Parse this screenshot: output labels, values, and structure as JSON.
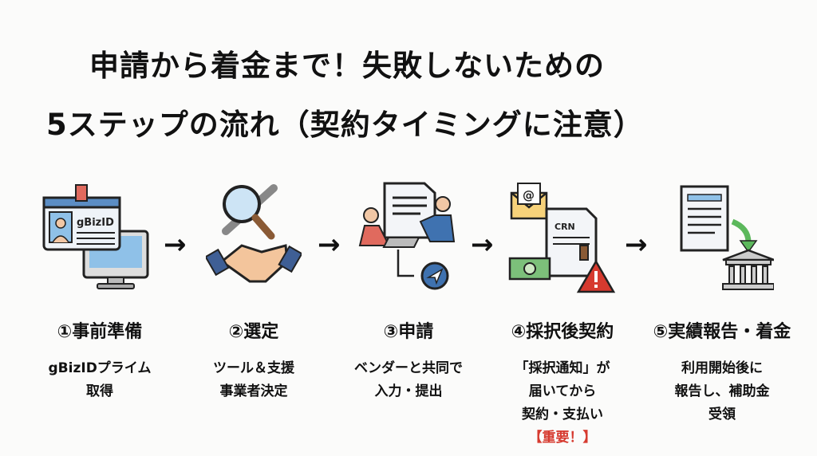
{
  "title": {
    "line1": "申請から着金まで！失敗しないための",
    "line2": "5ステップの流れ（契約タイミングに注意）"
  },
  "arrow_glyph": "→",
  "steps": [
    {
      "title": "①事前準備",
      "lines": [
        "gBizIDプライム",
        "取得"
      ],
      "icon": "id-card-computer-icon",
      "icon_label": "gBizID"
    },
    {
      "title": "②選定",
      "lines": [
        "ツール＆支援",
        "事業者決定"
      ],
      "icon": "tools-handshake-icon"
    },
    {
      "title": "③申請",
      "lines": [
        "ベンダーと共同で",
        "入力・提出"
      ],
      "icon": "collaboration-submit-icon"
    },
    {
      "title": "④採択後契約",
      "lines": [
        "「採択通知」が",
        "届いてから",
        "契約・支払い"
      ],
      "important": "【重要！】",
      "icon": "contract-warning-icon",
      "icon_label_mail": "@",
      "icon_label_doc": "CRN"
    },
    {
      "title": "⑤実績報告・着金",
      "lines": [
        "利用開始後に",
        "報告し、補助金",
        "受領"
      ],
      "icon": "report-bank-icon"
    }
  ],
  "colors": {
    "accent_red": "#d63a2f",
    "blue": "#3f72b0",
    "light_blue": "#8fc1e8"
  }
}
